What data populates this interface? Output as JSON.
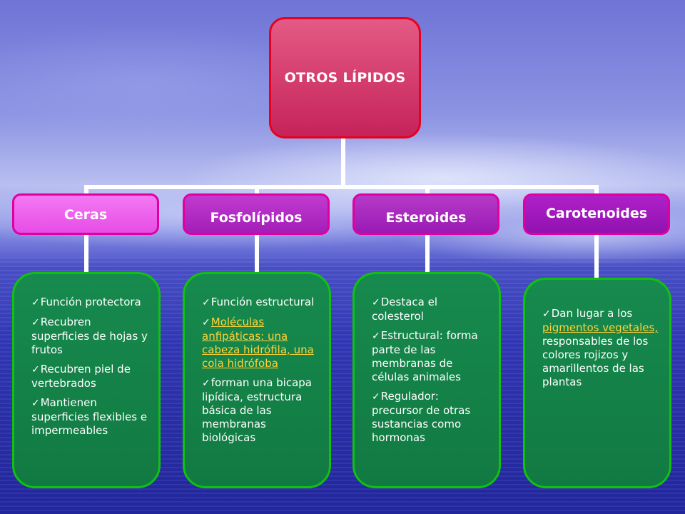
{
  "root": {
    "title": "OTROS LÍPIDOS"
  },
  "icons": {
    "bullet": "check-icon"
  },
  "colors": {
    "root_fill": "#c5235a",
    "root_border": "#e8001c",
    "category_border": "#e000a0",
    "card_fill": "#117a42",
    "card_border": "#12c012",
    "link": "#ffd23a"
  },
  "categories": [
    {
      "title": "Ceras",
      "items": [
        {
          "text": "Función protectora"
        },
        {
          "text": "Recubren superficies de hojas y frutos"
        },
        {
          "text": "Recubren piel de vertebrados"
        },
        {
          "text": "Mantienen superficies flexibles e impermeables"
        }
      ]
    },
    {
      "title": "Fosfolípidos",
      "items": [
        {
          "text": "Función estructural"
        },
        {
          "link": "Moléculas anfipáticas: una cabeza hidrófila, una cola hidrófoba"
        },
        {
          "text": "forman una bicapa lipídica, estructura básica de las membranas biológicas"
        }
      ]
    },
    {
      "title": "Esteroides",
      "items": [
        {
          "text": "Destaca el colesterol"
        },
        {
          "text": "Estructural: forma parte de las membranas de células animales"
        },
        {
          "text": "Regulador: precursor de otras sustancias como hormonas"
        }
      ]
    },
    {
      "title": "Carotenoides",
      "items": [
        {
          "text": "Dan lugar a los",
          "link": "pigmentos vegetales,",
          "after": "responsables de los colores rojizos y amarillentos de las plantas"
        }
      ]
    }
  ]
}
